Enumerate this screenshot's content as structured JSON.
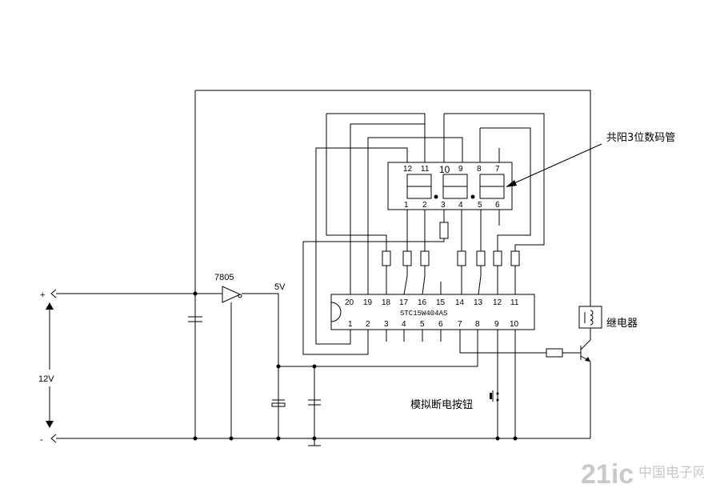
{
  "labels": {
    "plus": "+",
    "minus": "-",
    "voltage_in": "12V",
    "regulator": "7805",
    "voltage_out": "5V",
    "display": "共阳3位数码管",
    "relay": "继电器",
    "button": "模拟断电按钮",
    "mcu": "STC15W404AS"
  },
  "display_pins_top": [
    "12",
    "11",
    "10",
    "9",
    "8",
    "7"
  ],
  "display_pins_bottom": [
    "1",
    "2",
    "3",
    "4",
    "5",
    "6"
  ],
  "mcu_pins_top": [
    "20",
    "19",
    "18",
    "17",
    "16",
    "15",
    "14",
    "13",
    "12",
    "11"
  ],
  "mcu_pins_bottom": [
    "1",
    "2",
    "3",
    "4",
    "5",
    "6",
    "7",
    "8",
    "9",
    "10"
  ],
  "watermark": {
    "main": "21ic",
    "sub": "中国电子网"
  }
}
